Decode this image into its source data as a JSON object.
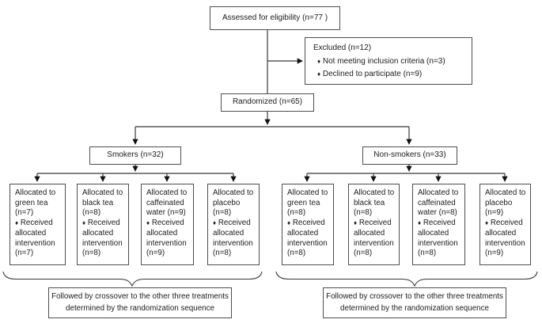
{
  "glyphs": {
    "bullet": "♦"
  },
  "flow": {
    "assessed": "Assessed for eligibility (n=77 )",
    "excluded": {
      "title": "Excluded (n=12)",
      "items": [
        "Not meeting inclusion criteria (n=3)",
        "Declined to participate (n=9)"
      ]
    },
    "randomized": "Randomized (n=65)",
    "groups": [
      {
        "label": "Smokers (n=32)",
        "allocations": [
          {
            "allocated": "Allocated to green tea (n=7)",
            "received": "Received allocated intervention (n=7)"
          },
          {
            "allocated": "Allocated to black tea (n=8)",
            "received": "Received allocated intervention (n=8)"
          },
          {
            "allocated": "Allocated to caffeinated water (n=9)",
            "received": "Received allocated intervention (n=9)"
          },
          {
            "allocated": "Allocated to placebo (n=8)",
            "received": "Received allocated intervention (n=8)"
          }
        ]
      },
      {
        "label": "Non-smokers (n=33)",
        "allocations": [
          {
            "allocated": "Allocated to green tea (n=8)",
            "received": "Received allocated intervention (n=8)"
          },
          {
            "allocated": "Allocated to black tea (n=8)",
            "received": "Received allocated intervention (n=8)"
          },
          {
            "allocated": "Allocated to caffeinated water (n=8)",
            "received": "Received allocated intervention (n=8)"
          },
          {
            "allocated": "Allocated to placebo (n=9)",
            "received": "Received allocated intervention (n=9)"
          }
        ]
      }
    ],
    "crossover": {
      "line1": "Followed by crossover to the other three treatments",
      "line2": "determined by the randomization sequence"
    }
  },
  "colors": {
    "line": "#383838",
    "border": "#4d4d4d",
    "text": "#1c1c1c",
    "background": "#ffffff"
  }
}
